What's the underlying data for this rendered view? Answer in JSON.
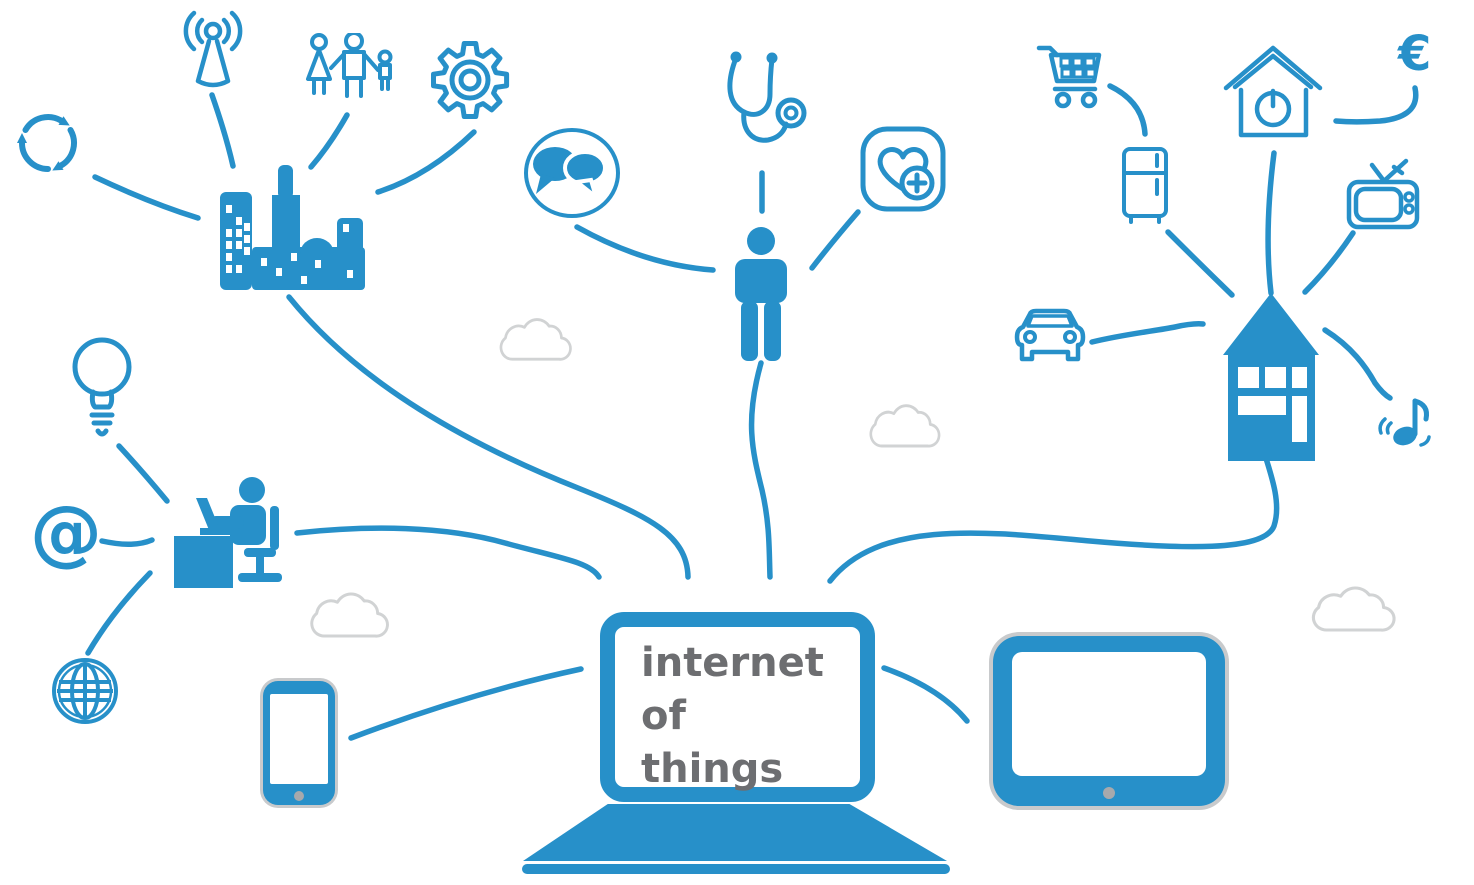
{
  "laptop": {
    "line1": "internet",
    "line2": "of",
    "line3": "things"
  },
  "symbols": {
    "euro": "€",
    "at": "@"
  },
  "colors": {
    "accent_blue": "#2790c9",
    "text_gray": "#6d6e71",
    "cloud_gray": "#d1d3d4",
    "device_outline_gray": "#c8cacc",
    "home_button_gray": "#a7a9ac"
  },
  "icon_names": [
    "recycle-icon",
    "antenna-icon",
    "family-icon",
    "gear-icon",
    "smart-city-icon",
    "lightbulb-icon",
    "at-icon",
    "globe-icon",
    "person-at-desk-icon",
    "chat-bubbles-icon",
    "stethoscope-icon",
    "person-icon",
    "healthcare-icon",
    "shopping-cart-icon",
    "smart-home-power-icon",
    "euro-icon",
    "fridge-icon",
    "tv-icon",
    "car-icon",
    "house-icon",
    "music-note-icon",
    "cloud-icon",
    "laptop-icon",
    "smartphone-icon",
    "tablet-icon"
  ]
}
